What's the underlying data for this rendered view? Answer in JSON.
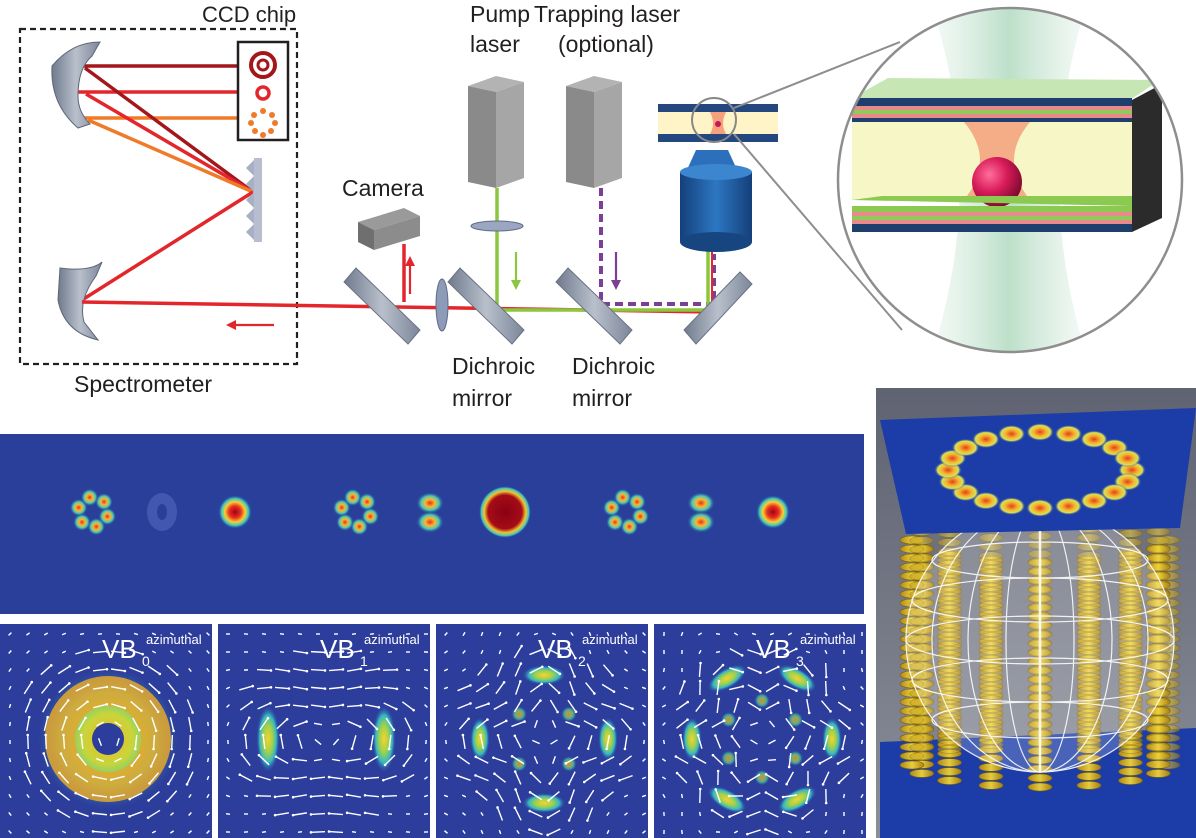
{
  "setup": {
    "spectrometer_label": "Spectrometer",
    "ccd_label": "CCD chip",
    "camera_label": "Camera",
    "pump_label_line1": "Pump",
    "pump_label_line2": "laser",
    "trap_label_line1": "Trapping laser",
    "trap_label_line2": "(optional)",
    "dichroic1_line1": "Dichroic",
    "dichroic1_line2": "mirror",
    "dichroic2_line1": "Dichroic",
    "dichroic2_line2": "mirror"
  },
  "vector_panels": [
    {
      "main": "VB",
      "sub": "0",
      "sup": "azimuthal",
      "lobes": 0
    },
    {
      "main": "VB",
      "sub": "1",
      "sup": "azimuthal",
      "lobes": 2
    },
    {
      "main": "VB",
      "sub": "2",
      "sup": "azimuthal",
      "lobes": 4
    },
    {
      "main": "VB",
      "sub": "3",
      "sup": "azimuthal",
      "lobes": 6
    }
  ],
  "mode_strip": [
    "ring-lobes",
    "faint-ring",
    "spot",
    "ring-lobes",
    "two-lobes",
    "big-spot",
    "ring-lobes",
    "two-lobes",
    "spot"
  ],
  "colors": {
    "red_beam": "#e3262b",
    "dark_red_beam": "#a3171c",
    "orange_beam": "#f07a28",
    "green_beam": "#8cc63f",
    "purple_beam": "#7b3f98",
    "mode_background": "#2a3f9a",
    "mirror_grey": "#8f98a8",
    "objective_blue": "#1f5fa8"
  }
}
